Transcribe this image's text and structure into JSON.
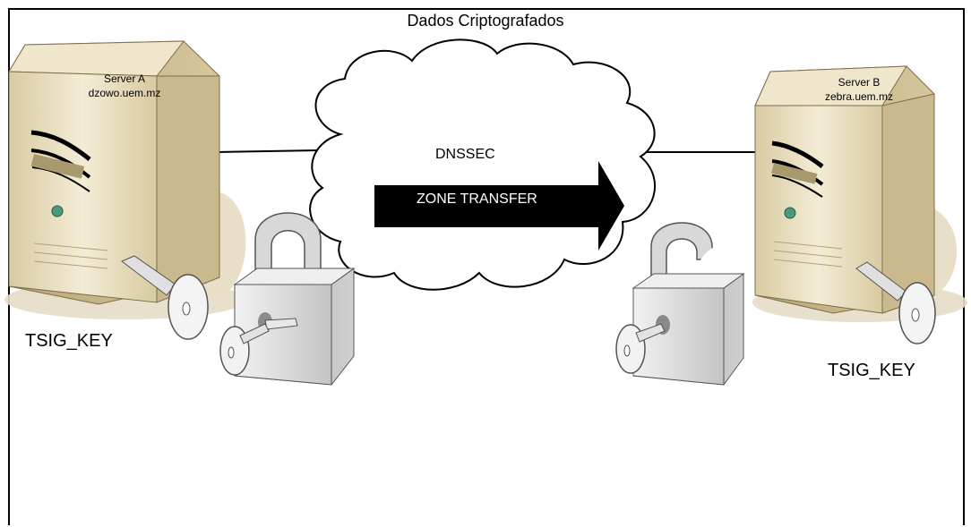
{
  "title": "Dados Criptografados",
  "server_a": {
    "name": "Server A",
    "host": "dzowo.uem.mz",
    "key_label": "TSIG_KEY"
  },
  "server_b": {
    "name": "Server B",
    "host": "zebra.uem.mz",
    "key_label": "TSIG_KEY"
  },
  "cloud": {
    "protocol_label": "DNSSEC",
    "arrow_label": "ZONE TRANSFER"
  },
  "colors": {
    "server_body": "#e8dcb8",
    "server_side": "#c8b88c",
    "lock": "#d0d0d0",
    "arrow": "#000000"
  },
  "icons": [
    "server-icon",
    "key-icon",
    "padlock-closed-icon",
    "padlock-open-icon",
    "cloud-icon",
    "arrow-right-icon"
  ]
}
